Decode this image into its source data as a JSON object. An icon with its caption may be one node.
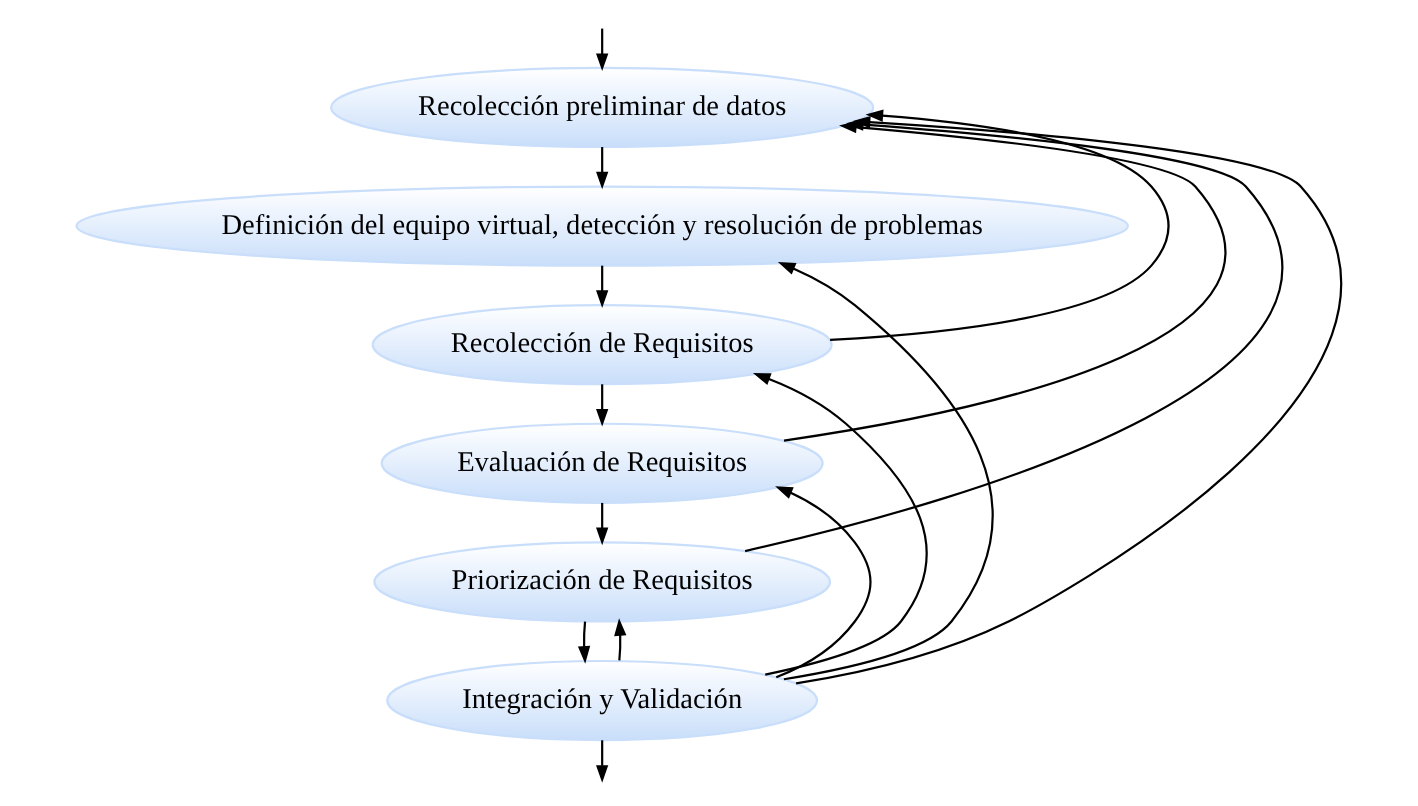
{
  "diagram": {
    "nodes": [
      {
        "text": [
          "Recolección preliminar de datos"
        ]
      },
      {
        "text": [
          "Definición del equipo virtual, detección y resolución de problemas"
        ]
      },
      {
        "text": [
          "Recolección de Requisitos"
        ]
      },
      {
        "text": [
          "Evaluación de Requisitos"
        ]
      },
      {
        "text": [
          "Priorización de Requisitos"
        ]
      },
      {
        "text": [
          "Integración y Validación"
        ]
      }
    ],
    "edges": [
      {
        "from": null,
        "to": 0,
        "arrow": "to"
      },
      {
        "from": 0,
        "to": 1,
        "arrow": "to"
      },
      {
        "from": 1,
        "to": 2,
        "arrow": "to"
      },
      {
        "from": 2,
        "to": 3,
        "arrow": "to"
      },
      {
        "from": 3,
        "to": 4,
        "arrow": "to"
      },
      {
        "from": 4,
        "to": 5,
        "arrow": "to"
      },
      {
        "from": 5,
        "to": null,
        "arrow": "to"
      },
      {
        "from": 2,
        "to": 0,
        "arrow": "to"
      },
      {
        "from": 3,
        "to": 0,
        "arrow": "to"
      },
      {
        "from": 4,
        "to": 0,
        "arrow": "to"
      },
      {
        "from": 5,
        "to": 0,
        "arrow": "to"
      },
      {
        "from": 5,
        "to": 1,
        "arrow": "to"
      },
      {
        "from": 5,
        "to": 2,
        "arrow": "to"
      },
      {
        "from": 5,
        "to": 3,
        "arrow": "to"
      },
      {
        "from": 5,
        "to": 4,
        "arrow": "to"
      }
    ]
  }
}
